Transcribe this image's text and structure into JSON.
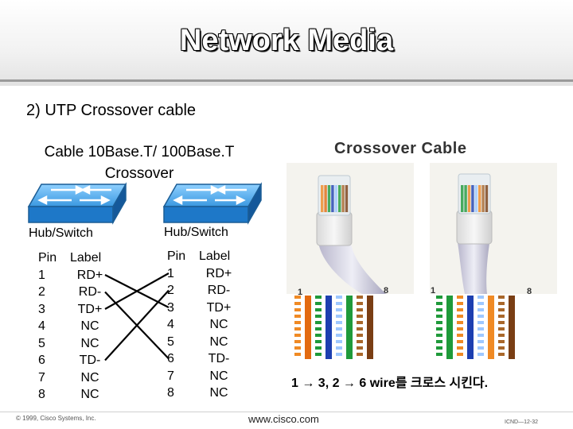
{
  "header": {
    "title": "Network Media"
  },
  "subtitle": "2) UTP Crossover cable",
  "diagram": {
    "cable_name": "Cable 10Base.T/ 100Base.T Crossover",
    "left_hub_label": "Hub/Switch",
    "right_hub_label": "Hub/Switch",
    "pin_header": {
      "pin": "Pin",
      "label": "Label"
    },
    "left_pins": [
      {
        "pin": "1",
        "label": "RD+"
      },
      {
        "pin": "2",
        "label": "RD-"
      },
      {
        "pin": "3",
        "label": "TD+"
      },
      {
        "pin": "4",
        "label": "NC"
      },
      {
        "pin": "5",
        "label": "NC"
      },
      {
        "pin": "6",
        "label": "TD-"
      },
      {
        "pin": "7",
        "label": "NC"
      },
      {
        "pin": "8",
        "label": "NC"
      }
    ],
    "right_pins": [
      {
        "pin": "1",
        "label": "RD+"
      },
      {
        "pin": "2",
        "label": "RD-"
      },
      {
        "pin": "3",
        "label": "TD+"
      },
      {
        "pin": "4",
        "label": "NC"
      },
      {
        "pin": "5",
        "label": "NC"
      },
      {
        "pin": "6",
        "label": "TD-"
      },
      {
        "pin": "7",
        "label": "NC"
      },
      {
        "pin": "8",
        "label": "NC"
      }
    ],
    "crossings": [
      {
        "from_pin": 1,
        "to_pin": 3
      },
      {
        "from_pin": 2,
        "to_pin": 6
      },
      {
        "from_pin": 3,
        "to_pin": 1
      },
      {
        "from_pin": 6,
        "to_pin": 2
      }
    ]
  },
  "photo": {
    "title": "Crossover Cable",
    "left_end": {
      "pin_first": "1",
      "pin_last": "8",
      "wire_colors": [
        "#f08a24",
        "#e36a10",
        "#1f9a3a",
        "#1d3fb0",
        "#9ec8ff",
        "#1f9a3a",
        "#a9672a",
        "#7a3e14"
      ]
    },
    "right_end": {
      "pin_first": "1",
      "pin_last": "8",
      "wire_colors": [
        "#1f9a3a",
        "#1f9a3a",
        "#f08a24",
        "#1d3fb0",
        "#9ec8ff",
        "#f08a24",
        "#a9672a",
        "#7a3e14"
      ]
    },
    "striped_wires": [
      true,
      false,
      true,
      false,
      true,
      false,
      true,
      false
    ]
  },
  "caption": "1 → 3, 2 → 6 wire를 크로스 시킨다.",
  "footer": {
    "copyright": "© 1999, Cisco Systems, Inc.",
    "website": "www.cisco.com",
    "slide_number": "ICND—12-32"
  }
}
